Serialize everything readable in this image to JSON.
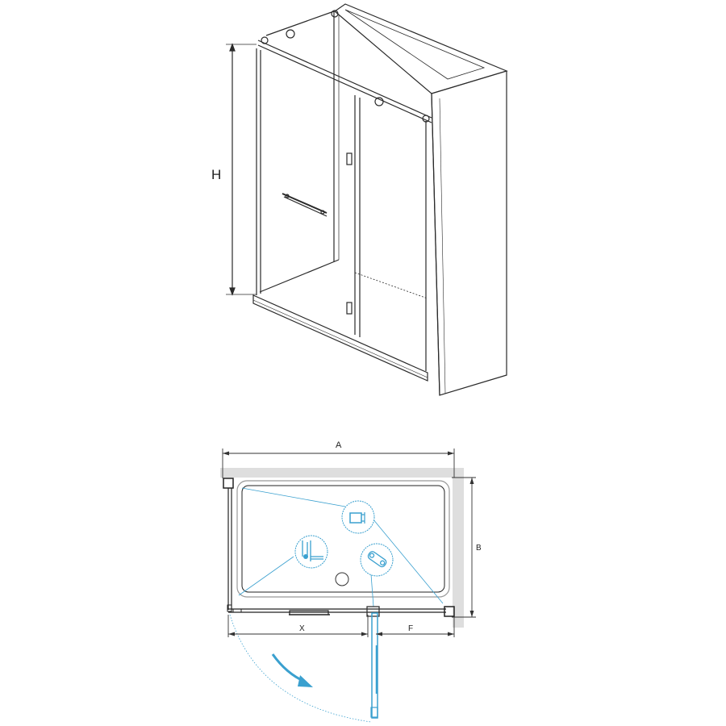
{
  "perspective_view": {
    "height_label": "H"
  },
  "plan_view": {
    "width_label": "A",
    "depth_label": "B",
    "door_opening_label": "X",
    "fixed_panel_label": "F"
  },
  "colors": {
    "line": "#2a2a2a",
    "accent": "#3aa0cf",
    "wall": "#dedede"
  },
  "icons": [
    "wall-bracket-icon",
    "floor-seal-icon",
    "roller-hinge-icon"
  ]
}
